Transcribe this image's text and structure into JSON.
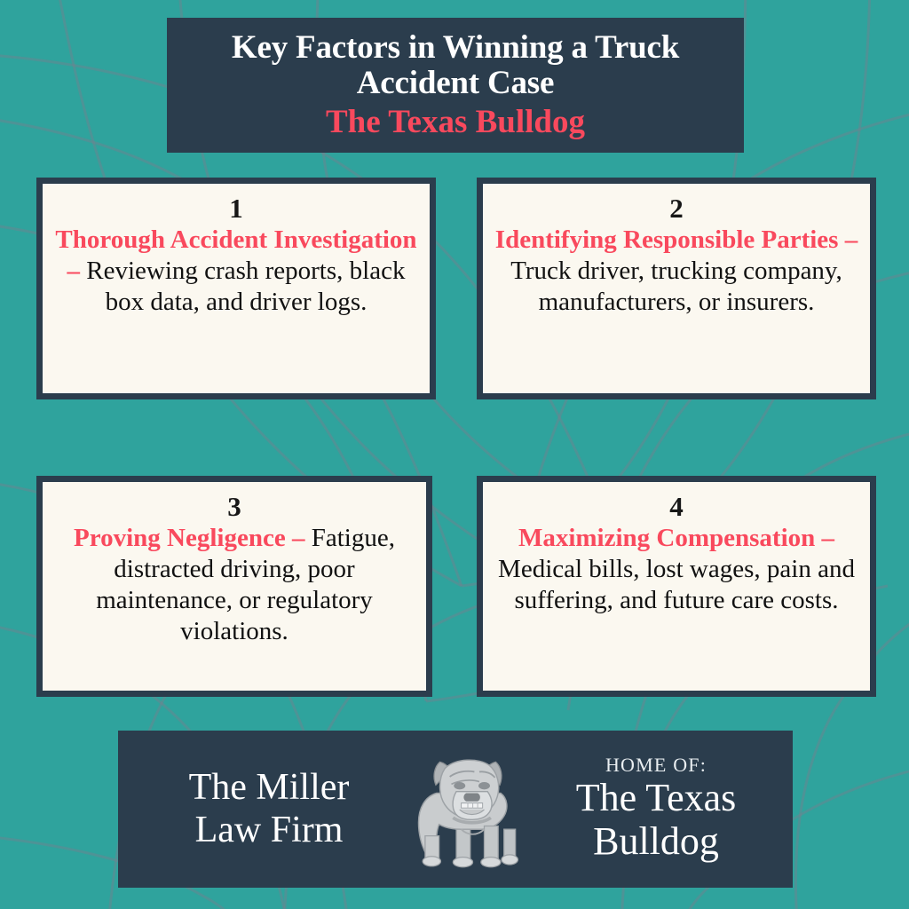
{
  "colors": {
    "background_teal": "#2FA39D",
    "panel_navy": "#2B3D4D",
    "accent_red": "#F9495D",
    "card_cream": "#FBF8F0",
    "text_dark": "#111111",
    "text_white": "#FFFFFF",
    "bulldog_grey": "#C3C6C8"
  },
  "header": {
    "title": "Key Factors in Winning a Truck Accident Case",
    "subtitle": "The Texas Bulldog"
  },
  "cards": [
    {
      "number": "1",
      "lead": "Thorough Accident Investigation",
      "dash": " – ",
      "rest": "Reviewing crash reports, black box data, and driver logs."
    },
    {
      "number": "2",
      "lead": "Identifying Responsible Parties",
      "dash": " – ",
      "rest": "Truck driver, trucking company, manufacturers, or insurers."
    },
    {
      "number": "3",
      "lead": "Proving Negligence",
      "dash": " – ",
      "rest": "Fatigue, distracted driving, poor maintenance, or regulatory violations."
    },
    {
      "number": "4",
      "lead": "Maximizing Compensation",
      "dash": " – ",
      "rest": "Medical bills, lost wages, pain and suffering, and future care costs."
    }
  ],
  "footer": {
    "firm_name_line1": "The Miller",
    "firm_name_line2": "Law Firm",
    "home_of_label": "HOME OF:",
    "brand_line1": "The Texas",
    "brand_line2": "Bulldog",
    "logo_icon": "bulldog-icon"
  }
}
